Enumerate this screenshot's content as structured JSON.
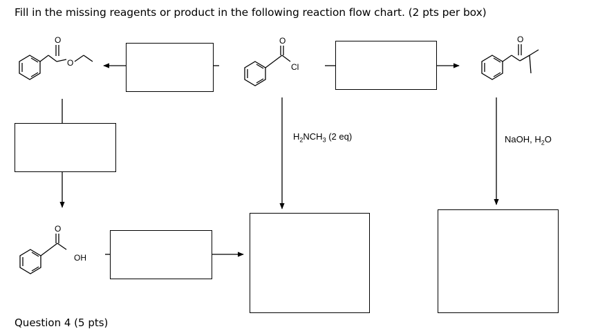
{
  "instruction": "Fill in the missing reagents or product in the following reaction flow chart. (2 pts per box)",
  "reagents": {
    "amine_prefix": "H",
    "amine_sub1": "2",
    "amine_mid": "NCH",
    "amine_sub2": "3",
    "amine_suffix": " (2 eq)",
    "base_prefix": "NaOH, H",
    "base_sub": "2",
    "base_suffix": "O"
  },
  "atoms": {
    "oxygen": "O",
    "chlorine": "Cl",
    "hydroxyl": "OH"
  },
  "footer_partial": "Question 4 (5 pts)"
}
